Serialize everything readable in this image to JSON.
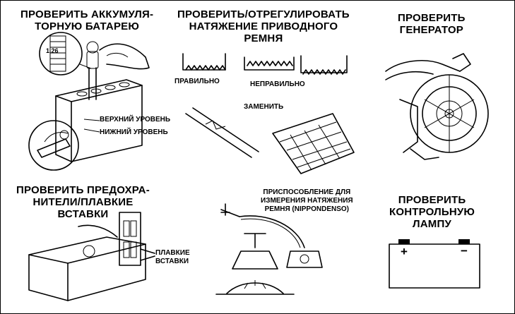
{
  "sections": {
    "battery": {
      "title_lines": [
        "ПРОВЕРИТЬ АККУМУЛЯ-",
        "ТОРНУЮ БАТАРЕЮ"
      ],
      "gauge_value": "1.26",
      "upper_level": "ВЕРХНИЙ УРОВЕНЬ",
      "lower_level": "НИЖНИЙ УРОВЕНЬ"
    },
    "belt": {
      "title_lines": [
        "ПРОВЕРИТЬ/ОТРЕГУЛИРОВАТЬ",
        "НАТЯЖЕНИЕ ПРИВОДНОГО",
        "РЕМНЯ"
      ],
      "correct": "ПРАВИЛЬНО",
      "incorrect": "НЕПРАВИЛЬНО",
      "replace": "ЗАМЕНИТЬ"
    },
    "generator": {
      "title_lines": [
        "ПРОВЕРИТЬ",
        "ГЕНЕРАТОР"
      ]
    },
    "fuses": {
      "title_lines": [
        "ПРОВЕРИТЬ ПРЕДОХРА-",
        "НИТЕЛИ/ПЛАВКИЕ",
        "ВСТАВКИ"
      ],
      "callout_lines": [
        "ПЛАВКИЕ",
        "ВСТАВКИ"
      ]
    },
    "tension_gauge": {
      "caption_lines": [
        "ПРИСПОСОБЛЕНИЕ ДЛЯ",
        "ИЗМЕРЕНИЯ НАТЯЖЕНИЯ",
        "РЕМНЯ (NIPPONDENSO)"
      ]
    },
    "lamp": {
      "title_lines": [
        "ПРОВЕРИТЬ",
        "КОНТРОЛЬНУЮ",
        "ЛАМПУ"
      ],
      "plus": "+",
      "minus": "−"
    }
  }
}
